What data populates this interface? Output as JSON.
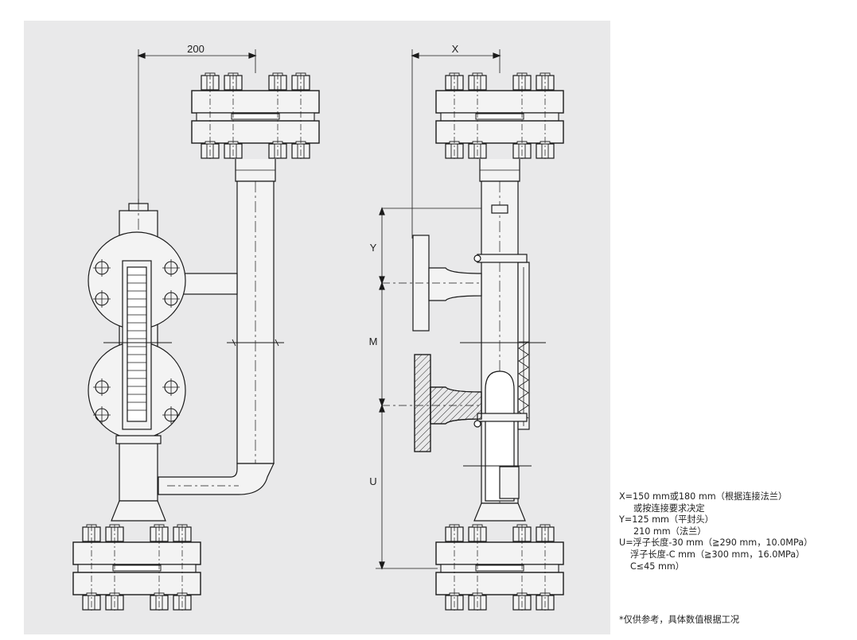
{
  "dimensions": {
    "left_width": "200",
    "right_width": "X",
    "y_label": "Y",
    "m_label": "M",
    "u_label": "U"
  },
  "notes": [
    "X=150 mm或180 mm（根据连接法兰）",
    "或按连接要求决定",
    "Y=125 mm（平封头）",
    "210 mm（法兰）",
    "U=浮子长度-30 mm（≧290 mm，10.0MPa）",
    "浮子长度-C mm（≧300 mm，16.0MPa）",
    "C≤45 mm）"
  ],
  "footnote": "*仅供参考，具体数值根据工况",
  "colors": {
    "panel": "#e9e9ea",
    "steel": "#f2f2f2",
    "line": "#1a1a1a"
  }
}
